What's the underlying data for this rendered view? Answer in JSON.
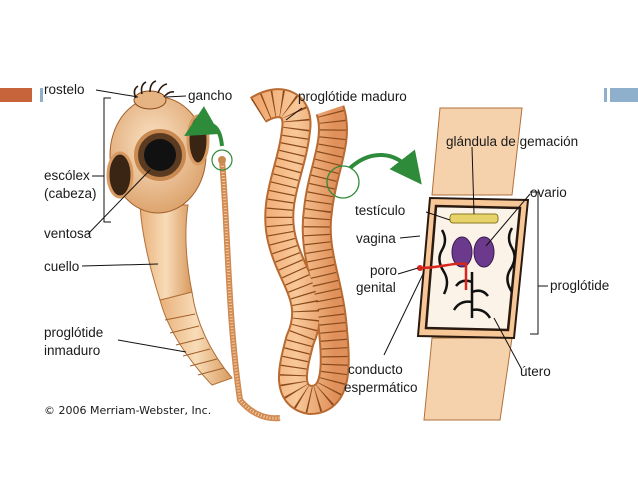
{
  "slide": {
    "accent_left": "#c8643c",
    "accent_right": "#8fb0cc"
  },
  "labels": {
    "rostelo": "rostelo",
    "gancho": "gancho",
    "proglotide_maduro": "proglótide maduro",
    "escolex": "escólex",
    "cabeza": "(cabeza)",
    "ventosa": "ventosa",
    "cuello": "cuello",
    "proglotide_inmaduro_1": "proglótide",
    "proglotide_inmaduro_2": "inmaduro",
    "glandula": "glándula de gemación",
    "testiculo": "testículo",
    "ovario": "ovario",
    "vagina": "vagina",
    "poro": "poro",
    "genital": "genital",
    "proglotide": "proglótide",
    "conducto": "conducto",
    "espermatico": "espermático",
    "utero": "útero"
  },
  "copyright": "© 2006 Merriam-Webster, Inc.",
  "colors": {
    "worm_body": "#f3c99a",
    "worm_shade": "#d9955a",
    "segment_line": "#8a4a1c",
    "arrow_green": "#2e8b3a",
    "ovary_purple": "#6b3a8c",
    "gland_yellow": "#e8d36a",
    "genital_red": "#d8261c"
  }
}
